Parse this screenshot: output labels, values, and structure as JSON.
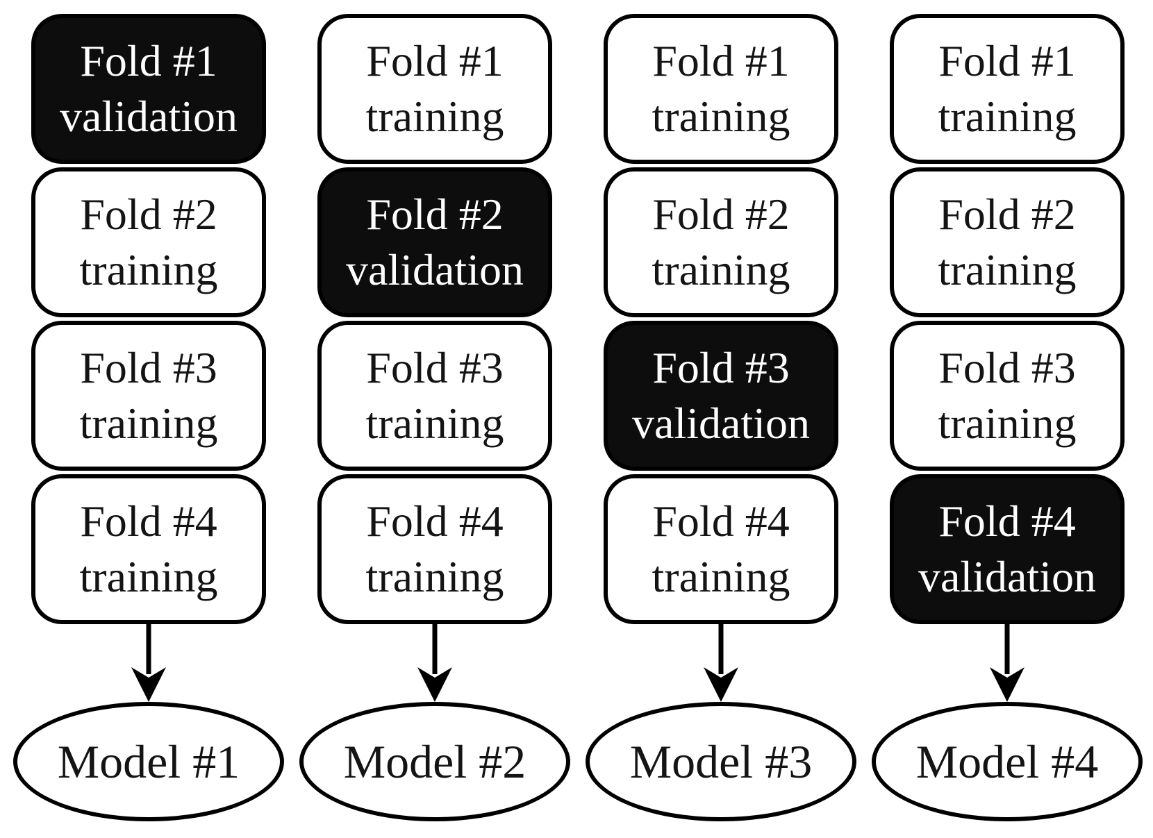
{
  "colors": {
    "border": "#000000",
    "validation_bg": "#0d0d0d",
    "validation_text": "#ffffff",
    "training_bg": "#ffffff",
    "training_text": "#141414"
  },
  "columns": [
    {
      "id": 1,
      "folds": [
        {
          "name": "Fold #1",
          "role": "validation"
        },
        {
          "name": "Fold #2",
          "role": "training"
        },
        {
          "name": "Fold #3",
          "role": "training"
        },
        {
          "name": "Fold #4",
          "role": "training"
        }
      ],
      "model": "Model #1"
    },
    {
      "id": 2,
      "folds": [
        {
          "name": "Fold #1",
          "role": "training"
        },
        {
          "name": "Fold #2",
          "role": "validation"
        },
        {
          "name": "Fold #3",
          "role": "training"
        },
        {
          "name": "Fold #4",
          "role": "training"
        }
      ],
      "model": "Model #2"
    },
    {
      "id": 3,
      "folds": [
        {
          "name": "Fold #1",
          "role": "training"
        },
        {
          "name": "Fold #2",
          "role": "training"
        },
        {
          "name": "Fold #3",
          "role": "validation"
        },
        {
          "name": "Fold #4",
          "role": "training"
        }
      ],
      "model": "Model #3"
    },
    {
      "id": 4,
      "folds": [
        {
          "name": "Fold #1",
          "role": "training"
        },
        {
          "name": "Fold #2",
          "role": "training"
        },
        {
          "name": "Fold #3",
          "role": "training"
        },
        {
          "name": "Fold #4",
          "role": "validation"
        }
      ],
      "model": "Model #4"
    }
  ]
}
